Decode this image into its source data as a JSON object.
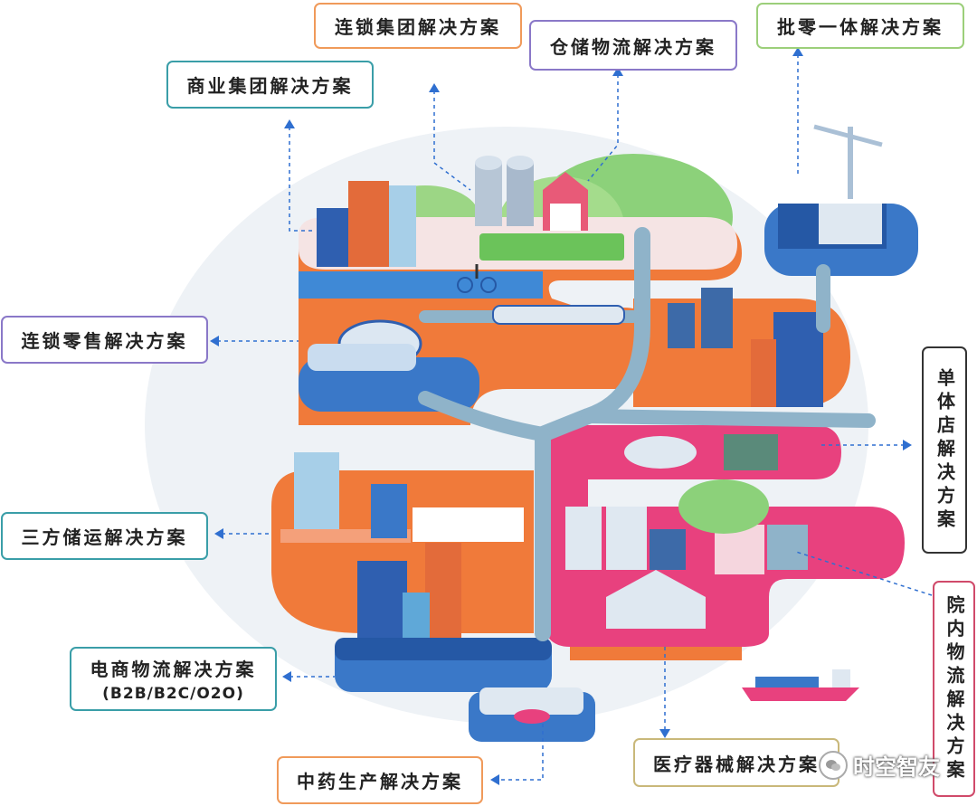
{
  "labels": {
    "chain_group": "连锁集团解决方案",
    "warehouse_logistics": "仓储物流解决方案",
    "wholesale_retail": "批零一体解决方案",
    "commercial_group": "商业集团解决方案",
    "chain_retail": "连锁零售解决方案",
    "single_store": "单体店解决方案",
    "third_party_storage": "三方储运解决方案",
    "ecommerce_logistics": "电商物流解决方案",
    "ecommerce_logistics_sub": "(B2B/B2C/O2O)",
    "hospital_logistics": "院内物流解决方案",
    "medical_devices": "医疗器械解决方案",
    "tcm_production": "中药生产解决方案"
  },
  "watermark": {
    "text": "时空智友"
  },
  "colors": {
    "orange": "#f07a3a",
    "pink": "#e8417e",
    "blue": "#3a78c8",
    "road": "#8fb3c9",
    "arrow": "#2f6fd0"
  }
}
